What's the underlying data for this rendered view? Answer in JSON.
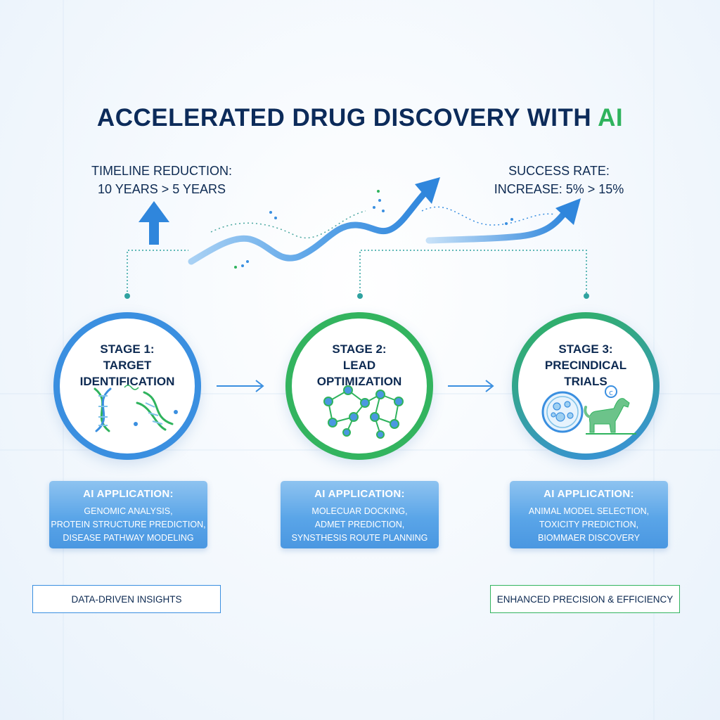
{
  "title": {
    "main": "ACCELERATED DRUG DISCOVERY WITH ",
    "highlight": "AI"
  },
  "metrics": {
    "timeline": {
      "label": "TIMELINE REDUCTION:",
      "value": "10 YEARS > 5 YEARS"
    },
    "success": {
      "label": "SUCCESS RATE:",
      "value": "INCREASE: 5% > 15%"
    }
  },
  "stages": [
    {
      "line1": "STAGE 1:",
      "line2": "TARGET",
      "line3": "IDENTIFICATION",
      "icon": "dna-icon"
    },
    {
      "line1": "STAGE 2:",
      "line2": "LEAD",
      "line3": "OPTIMIZATION",
      "icon": "molecule-network-icon"
    },
    {
      "line1": "STAGE 3:",
      "line2": "PRECINDICAL",
      "line3": "TRIALS",
      "icon": "cell-and-animal-icon"
    }
  ],
  "applications": [
    {
      "title": "AI APPLICATION:",
      "lines": [
        "GENOMIC ANALYSIS,",
        "PROTEIN STRUCTURE PREDICTION,",
        "DISEASE PATHWAY MODELING"
      ]
    },
    {
      "title": "AI APPLICATION:",
      "lines": [
        "MOLECUAR DOCKING,",
        "ADMET PREDICTION,",
        "SYNSTHESIS ROUTE PLANNING"
      ]
    },
    {
      "title": "AI APPLICATION:",
      "lines": [
        "ANIMAL MODEL SELECTION,",
        "TOXICITY PREDICTION,",
        "BIOMMAER DISCOVERY"
      ]
    }
  ],
  "footer": {
    "left": "DATA-DRIVEN INSIGHTS",
    "right": "ENHANCED PRECISION & EFFICIENCY"
  },
  "colors": {
    "blue": "#3a8fe0",
    "green": "#33b45f",
    "navy": "#0c2b5a",
    "light_blue": "#8ec3f0"
  }
}
